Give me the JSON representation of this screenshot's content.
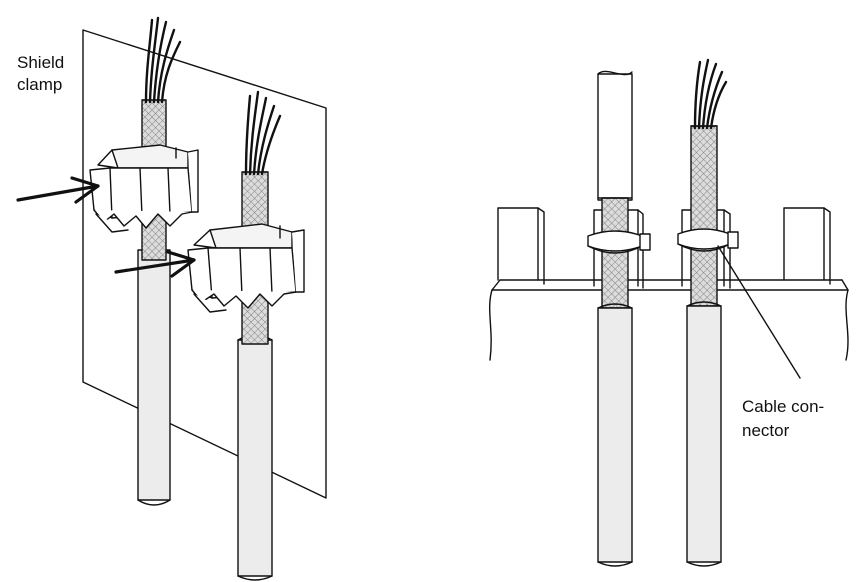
{
  "labels": {
    "shield_clamp": [
      "Shield",
      "clamp"
    ],
    "cable_connector": [
      "Cable con-",
      "nector"
    ]
  },
  "colors": {
    "line": "#111111",
    "cable_gray": "#e3e3e3",
    "shield_gray": "#d2d2d2",
    "background": "#ffffff"
  }
}
